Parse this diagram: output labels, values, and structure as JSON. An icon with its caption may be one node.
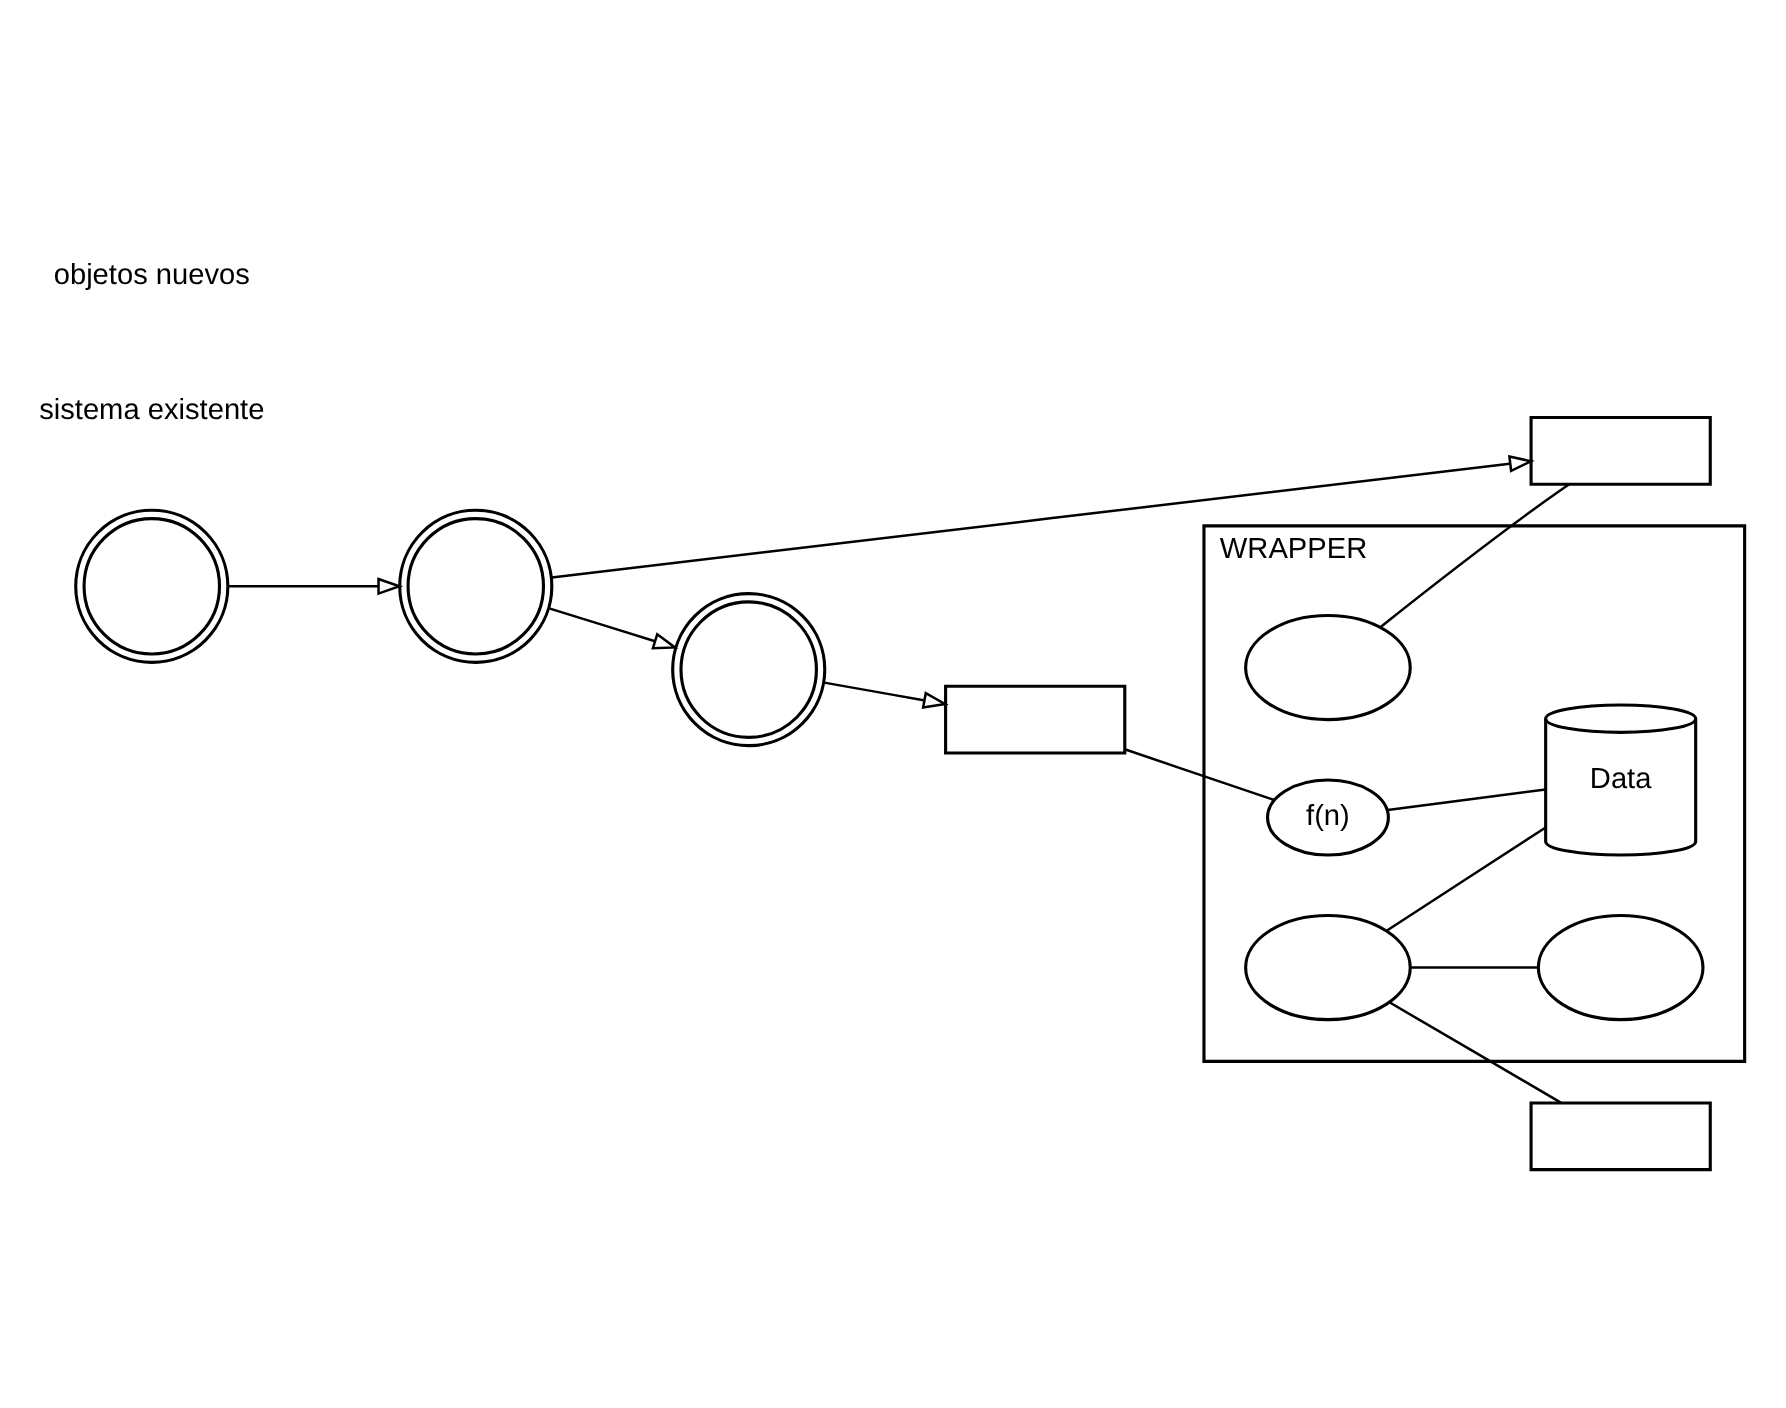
{
  "diagram": {
    "nodes": [
      {
        "text": [
          "WRAPPER"
        ]
      },
      {
        "text": [],
        "shape": "ellipse",
        "in": 0
      },
      {
        "text": [],
        "shape": "ellipse",
        "in": 0
      },
      {
        "text": [],
        "shape": "ellipse",
        "in": 0
      },
      {
        "text": [
          "f(n)"
        ],
        "in": 0
      },
      {
        "text": [
          "Data"
        ],
        "in": 0
      },
      {
        "text": [],
        "shape": "box"
      },
      {
        "text": [],
        "shape": "box"
      },
      {
        "text": [],
        "shape": "box"
      },
      {
        "text": [],
        "shape": "circle"
      },
      {
        "text": [],
        "shape": "circle"
      },
      {
        "text": [],
        "shape": "circle"
      }
    ],
    "edges": [
      {
        "from": 1,
        "to": 6,
        "arrow": "none"
      },
      {
        "from": 2,
        "to": 7,
        "arrow": "none"
      },
      {
        "from": 2,
        "to": 3,
        "arrow": "none"
      },
      {
        "from": 2,
        "to": 5,
        "arrow": "none"
      },
      {
        "from": 8,
        "to": 4,
        "arrow": "none"
      },
      {
        "from": 4,
        "to": 5,
        "arrow": "none"
      },
      {
        "from": 9,
        "to": 6,
        "arrow": "to"
      },
      {
        "from": 9,
        "to": 10,
        "arrow": "to"
      },
      {
        "from": 10,
        "to": 8,
        "arrow": "to"
      },
      {
        "from": 11,
        "to": 9,
        "arrow": "to"
      }
    ],
    "labels": [
      "sistema existente",
      "objetos nuevos"
    ]
  }
}
